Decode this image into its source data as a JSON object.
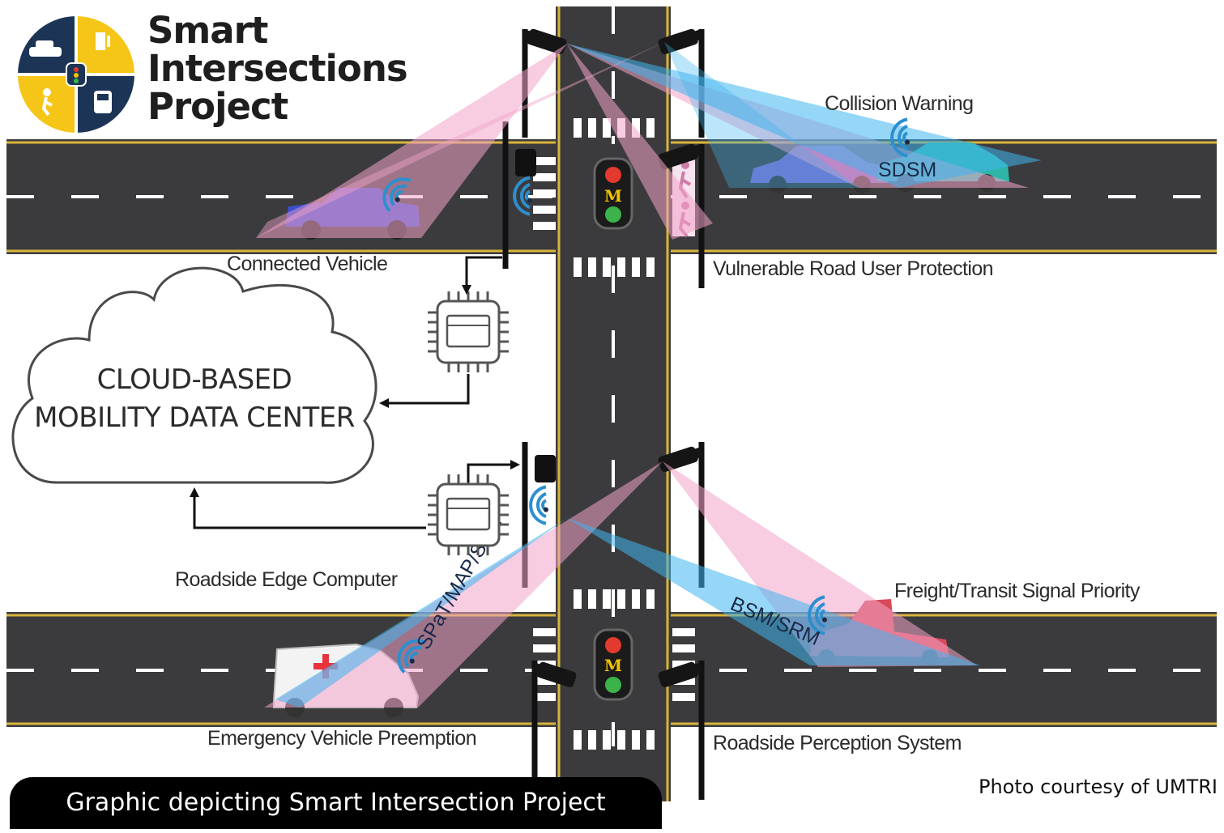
{
  "logo": {
    "title_lines": [
      "Smart",
      "Intersections",
      "Project"
    ]
  },
  "cloud": {
    "lines": [
      "CLOUD-BASED",
      "MOBILITY DATA CENTER"
    ]
  },
  "labels": {
    "collision_warning": "Collision Warning",
    "sdsm": "SDSM",
    "connected_vehicle": "Connected Vehicle",
    "vru_protection": "Vulnerable Road User Protection",
    "roadside_edge_computer": "Roadside Edge Computer",
    "spat_map_ssm": "SPaT/MAP/SSM",
    "bsm_srm": "BSM/SRM",
    "freight_transit": "Freight/Transit Signal Priority",
    "emergency_vehicle": "Emergency Vehicle Preemption",
    "roadside_perception": "Roadside Perception System"
  },
  "traffic_light_letter": "M",
  "caption": "Graphic depicting Smart Intersection Project",
  "credit": "Photo courtesy of UMTRI",
  "colors": {
    "road": "#3b3b3d",
    "road_edge": "#d8b43a",
    "beam_blue": "#3fb4ef",
    "beam_pink": "#f2a4c8",
    "logo_navy": "#1c3557",
    "logo_yellow": "#f5c518",
    "signal_red": "#e23a2e",
    "signal_yellow": "#f2c200",
    "signal_green": "#3bb24a",
    "ambulance_cross": "#e8323c",
    "cloud_outline": "#4a4a4a"
  },
  "icons": [
    "car-icon",
    "traffic-signal-icon",
    "pedestrian-icon",
    "bus-icon",
    "wireless-signal-icon",
    "camera-icon",
    "chip-icon",
    "cloud-icon",
    "ambulance-icon",
    "truck-icon"
  ]
}
